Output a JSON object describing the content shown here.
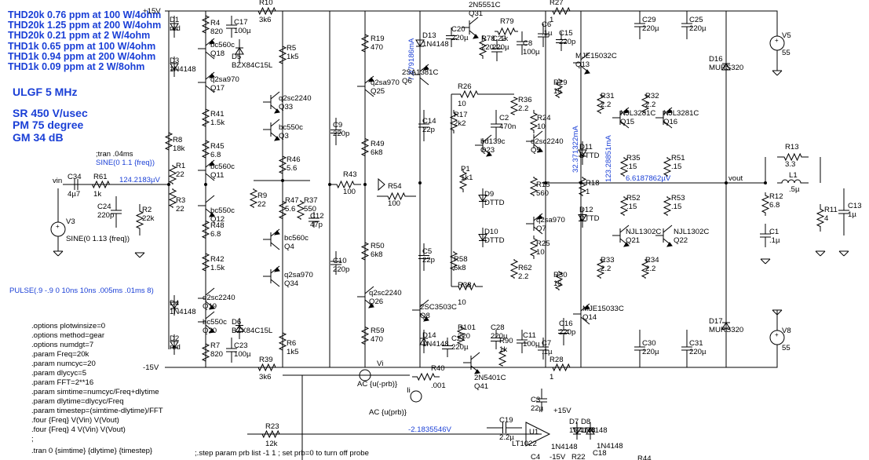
{
  "performance_notes": [
    "THD20k 0.76 ppm at 100 W/4ohm",
    "THD20k 1.25 ppm at 200 W/4ohm",
    "THD20k 0.21 ppm at 2 W/4ohm",
    "THD1k 0.65 ppm at 100 W/4ohm",
    "THD1k 0.94 ppm at 200 W/4ohm",
    "THD1k 0.09 ppm at 2 W/8ohm"
  ],
  "spec_notes": [
    "ULGF 5 MHz",
    "SR 450 V/usec",
    "PM  75 degree",
    "GM  34 dB"
  ],
  "spice_directives": [
    ".options plotwinsize=0",
    ".options method=gear",
    ".options numdgt=7",
    ".param Freq=20k",
    ".param numcyc=20",
    ".param dlycyc=5",
    ".param FFT=2**16",
    ".param simtime=numcyc/Freq+dlytime",
    ".param dlytime=dlycyc/Freq",
    ".param timestep=(simtime-dlytime)/FFT",
    ".four {Freq} V(Vin) V(Vout)",
    ".four {Freq} 4 V(Vin) V(Vout)",
    ";"
  ],
  "tran_directive_bottom": ".tran 0 {simtime} {dlytime} {timestep}",
  "tran_comment": ";tran .04ms",
  "sine_v1": "SINE(0 1.1 {freq})",
  "pulse_source": "PULSE(.9 -.9 0 10ns 10ns .005ms .01ms 8)",
  "step_note": ";.step param prb list -1 1 ; set prb=0 to turn off probe",
  "rails": {
    "pos": "+15V",
    "neg": "-15V"
  },
  "nets": {
    "vin": "vin",
    "vout": "vout"
  },
  "op_voltages": {
    "input_node": "124.2183µV",
    "output_node": "6.6187862µV",
    "feedback_node": "-2.1835546V"
  },
  "op_currents": {
    "q6_current": "7.879186mA",
    "bias_current": "32.371322mA",
    "output_current": "123.28851mA"
  },
  "components": [
    {
      "id": "R10",
      "ref": "R10",
      "value": "3k6"
    },
    {
      "id": "R4",
      "ref": "R4",
      "value": "820"
    },
    {
      "id": "C17",
      "ref": "C17",
      "value": "100µ"
    },
    {
      "id": "D5",
      "ref": "D5",
      "value": "BZX84C15L"
    },
    {
      "id": "D1",
      "ref": "D1",
      "value": "red"
    },
    {
      "id": "D3",
      "ref": "D3",
      "value": "1N4148"
    },
    {
      "id": "Q18",
      "ref": "Q18",
      "value": "bc560c"
    },
    {
      "id": "Q17",
      "ref": "Q17",
      "value": "q2sa970"
    },
    {
      "id": "R5",
      "ref": "R5",
      "value": "1k5"
    },
    {
      "id": "Q33",
      "ref": "Q33",
      "value": "q2sc2240"
    },
    {
      "id": "Q3",
      "ref": "Q3",
      "value": "bc550c"
    },
    {
      "id": "R41",
      "ref": "R41",
      "value": "1.5k"
    },
    {
      "id": "R45",
      "ref": "R45",
      "value": "6.8"
    },
    {
      "id": "R46",
      "ref": "R46",
      "value": "5.6"
    },
    {
      "id": "R8",
      "ref": "R8",
      "value": "18k"
    },
    {
      "id": "R1",
      "ref": "R1",
      "value": "22"
    },
    {
      "id": "Q11",
      "ref": "Q11",
      "value": "bc560c"
    },
    {
      "id": "C34",
      "ref": "C34",
      "value": "4µ7"
    },
    {
      "id": "R61",
      "ref": "R61",
      "value": "1k"
    },
    {
      "id": "V3",
      "ref": "V3",
      "value": "SINE(0 1.13 {freq})"
    },
    {
      "id": "C24",
      "ref": "C24",
      "value": "220p"
    },
    {
      "id": "R2",
      "ref": "R2",
      "value": "22k"
    },
    {
      "id": "R3",
      "ref": "R3",
      "value": "22"
    },
    {
      "id": "Q12",
      "ref": "Q12",
      "value": "bc550c"
    },
    {
      "id": "R9",
      "ref": "R9",
      "value": "22"
    },
    {
      "id": "R47",
      "ref": "R47",
      "value": "5.6"
    },
    {
      "id": "R37",
      "ref": "R37",
      "value": "550"
    },
    {
      "id": "C12",
      "ref": "C12",
      "value": "47p"
    },
    {
      "id": "R48",
      "ref": "R48",
      "value": "6.8"
    },
    {
      "id": "Q4",
      "ref": "Q4",
      "value": "bc560c"
    },
    {
      "id": "R42",
      "ref": "R42",
      "value": "1.5k"
    },
    {
      "id": "Q34",
      "ref": "Q34",
      "value": "q2sa970"
    },
    {
      "id": "D4",
      "ref": "D4",
      "value": "1N4148"
    },
    {
      "id": "Q19",
      "ref": "Q19",
      "value": "q2sc2240"
    },
    {
      "id": "Q20",
      "ref": "Q20",
      "value": "bc550c"
    },
    {
      "id": "D6",
      "ref": "D6",
      "value": "BZX84C15L"
    },
    {
      "id": "C23",
      "ref": "C23",
      "value": "100µ"
    },
    {
      "id": "D2",
      "ref": "D2",
      "value": "red"
    },
    {
      "id": "R7",
      "ref": "R7",
      "value": "820"
    },
    {
      "id": "R6",
      "ref": "R6",
      "value": "1k5"
    },
    {
      "id": "R39",
      "ref": "R39",
      "value": "3k6"
    },
    {
      "id": "R19",
      "ref": "R19",
      "value": "470"
    },
    {
      "id": "Q25",
      "ref": "Q25",
      "value": "q2sa970"
    },
    {
      "id": "C9",
      "ref": "C9",
      "value": "220p"
    },
    {
      "id": "R49",
      "ref": "R49",
      "value": "6k8"
    },
    {
      "id": "R43",
      "ref": "R43",
      "value": "100"
    },
    {
      "id": "R54",
      "ref": "R54",
      "value": "100"
    },
    {
      "id": "R50",
      "ref": "R50",
      "value": "6k8"
    },
    {
      "id": "C10",
      "ref": "C10",
      "value": "220p"
    },
    {
      "id": "Q26",
      "ref": "Q26",
      "value": "q2sc2240"
    },
    {
      "id": "R59",
      "ref": "R59",
      "value": "470"
    },
    {
      "id": "Q31",
      "ref": "Q31",
      "value": "2N5551C"
    },
    {
      "id": "C20",
      "ref": "C20",
      "value": "220µ"
    },
    {
      "id": "R79",
      "ref": "R79",
      "value": "1k"
    },
    {
      "id": "R78",
      "ref": "R78",
      "value": "220"
    },
    {
      "id": "C22",
      "ref": "C22",
      "value": "220µ"
    },
    {
      "id": "C8",
      "ref": "C8",
      "value": "100µ"
    },
    {
      "id": "D13",
      "ref": "D13",
      "value": "1N4148"
    },
    {
      "id": "Q6",
      "ref": "Q6",
      "value": "2SA1381C"
    },
    {
      "id": "R26",
      "ref": "R26",
      "value": "10"
    },
    {
      "id": "C14",
      "ref": "C14",
      "value": "22p"
    },
    {
      "id": "R17",
      "ref": "R17",
      "value": "2k2"
    },
    {
      "id": "C2",
      "ref": "C2",
      "value": "470n"
    },
    {
      "id": "R36",
      "ref": "R36",
      "value": "2.2"
    },
    {
      "id": "Q23",
      "ref": "Q23",
      "value": "bd139c"
    },
    {
      "id": "R24",
      "ref": "R24",
      "value": "10"
    },
    {
      "id": "Q5",
      "ref": "Q5",
      "value": "q2sc2240"
    },
    {
      "id": "P1",
      "ref": "P1",
      "value": "1k1"
    },
    {
      "id": "D9",
      "ref": "D9",
      "value": "DTTD"
    },
    {
      "id": "D10",
      "ref": "D10",
      "value": "DTTD"
    },
    {
      "id": "C5",
      "ref": "C5",
      "value": "22p"
    },
    {
      "id": "R58",
      "ref": "R58",
      "value": "6k8"
    },
    {
      "id": "R38",
      "ref": "R38",
      "value": "10"
    },
    {
      "id": "R62",
      "ref": "R62",
      "value": "2.2"
    },
    {
      "id": "R15",
      "ref": "R15",
      "value": "560"
    },
    {
      "id": "Q7",
      "ref": "Q7",
      "value": "q2sa970"
    },
    {
      "id": "R25",
      "ref": "R25",
      "value": "10"
    },
    {
      "id": "Q8",
      "ref": "Q8",
      "value": "2SC3503C"
    },
    {
      "id": "D14",
      "ref": "D14",
      "value": "1N4148"
    },
    {
      "id": "R101",
      "ref": "R101",
      "value": "220"
    },
    {
      "id": "C28",
      "ref": "C28",
      "value": "220µ"
    },
    {
      "id": "R90",
      "ref": "R90",
      "value": "1k"
    },
    {
      "id": "C21",
      "ref": "C21",
      "value": "220µ"
    },
    {
      "id": "C11",
      "ref": "C11",
      "value": "100µ"
    },
    {
      "id": "Q41",
      "ref": "Q41",
      "value": "2N5401C"
    },
    {
      "id": "R27",
      "ref": "R27",
      "value": "1"
    },
    {
      "id": "C6",
      "ref": "C6",
      "value": ".1µ"
    },
    {
      "id": "C15",
      "ref": "C15",
      "value": "220p"
    },
    {
      "id": "Q13",
      "ref": "Q13",
      "value": "MJE15032C"
    },
    {
      "id": "R29",
      "ref": "R29",
      "value": "15"
    },
    {
      "id": "D11",
      "ref": "D11",
      "value": "DTTD"
    },
    {
      "id": "R18",
      "ref": "R18",
      "value": "1"
    },
    {
      "id": "D12",
      "ref": "D12",
      "value": "DTTD"
    },
    {
      "id": "R30",
      "ref": "R30",
      "value": "15"
    },
    {
      "id": "C16",
      "ref": "C16",
      "value": "220p"
    },
    {
      "id": "Q14",
      "ref": "Q14",
      "value": "MJE15033C"
    },
    {
      "id": "C7",
      "ref": "C7",
      "value": ".1µ"
    },
    {
      "id": "R28",
      "ref": "R28",
      "value": "1"
    },
    {
      "id": "C29",
      "ref": "C29",
      "value": "220µ"
    },
    {
      "id": "C25",
      "ref": "C25",
      "value": "220µ"
    },
    {
      "id": "R31",
      "ref": "R31",
      "value": "2.2"
    },
    {
      "id": "R32",
      "ref": "R32",
      "value": "2.2"
    },
    {
      "id": "Q15",
      "ref": "Q15",
      "value": "NJL3281C"
    },
    {
      "id": "Q16",
      "ref": "Q16",
      "value": "NJL3281C"
    },
    {
      "id": "R35",
      "ref": "R35",
      "value": ".15"
    },
    {
      "id": "R51",
      "ref": "R51",
      "value": ".15"
    },
    {
      "id": "R52",
      "ref": "R52",
      "value": ".15"
    },
    {
      "id": "R53",
      "ref": "R53",
      "value": ".15"
    },
    {
      "id": "Q21",
      "ref": "Q21",
      "value": "NJL1302C"
    },
    {
      "id": "Q22",
      "ref": "Q22",
      "value": "NJL1302C"
    },
    {
      "id": "R33",
      "ref": "R33",
      "value": "2.2"
    },
    {
      "id": "R34",
      "ref": "R34",
      "value": "2.2"
    },
    {
      "id": "C30",
      "ref": "C30",
      "value": "220µ"
    },
    {
      "id": "C31",
      "ref": "C31",
      "value": "220µ"
    },
    {
      "id": "D16",
      "ref": "D16",
      "value": "MURS320"
    },
    {
      "id": "D17",
      "ref": "D17",
      "value": "MURS320"
    },
    {
      "id": "V5",
      "ref": "V5",
      "value": "55"
    },
    {
      "id": "V8",
      "ref": "V8",
      "value": "55"
    },
    {
      "id": "R13",
      "ref": "R13",
      "value": "3.3"
    },
    {
      "id": "L1",
      "ref": "L1",
      "value": ".5µ"
    },
    {
      "id": "R12",
      "ref": "R12",
      "value": "6.8"
    },
    {
      "id": "C1",
      "ref": "C1",
      "value": ".1µ"
    },
    {
      "id": "R11",
      "ref": "R11",
      "value": "4"
    },
    {
      "id": "C13",
      "ref": "C13",
      "value": "1µ"
    },
    {
      "id": "Vi",
      "ref": "Vi",
      "value": "AC {u(-prb)}"
    },
    {
      "id": "Ii",
      "ref": "Ii",
      "value": "AC {u(prb)}"
    },
    {
      "id": "R40",
      "ref": "R40",
      "value": ".001"
    },
    {
      "id": "R23",
      "ref": "R23",
      "value": "12k"
    },
    {
      "id": "C19",
      "ref": "C19",
      "value": "2.2µ"
    },
    {
      "id": "C3",
      "ref": "C3",
      "value": "22µ"
    },
    {
      "id": "U1",
      "ref": "U1",
      "value": "LT1022"
    },
    {
      "id": "D7",
      "ref": "D7",
      "value": "1N4148"
    },
    {
      "id": "D8",
      "ref": "D8",
      "value": "1N4148"
    },
    {
      "id": "C4",
      "ref": "C4",
      "value": "-15V"
    },
    {
      "id": "R22",
      "ref": "R22",
      "value": ""
    },
    {
      "id": "C18",
      "ref": "C18",
      "value": ""
    },
    {
      "id": "R44",
      "ref": "R44",
      "value": ""
    }
  ]
}
